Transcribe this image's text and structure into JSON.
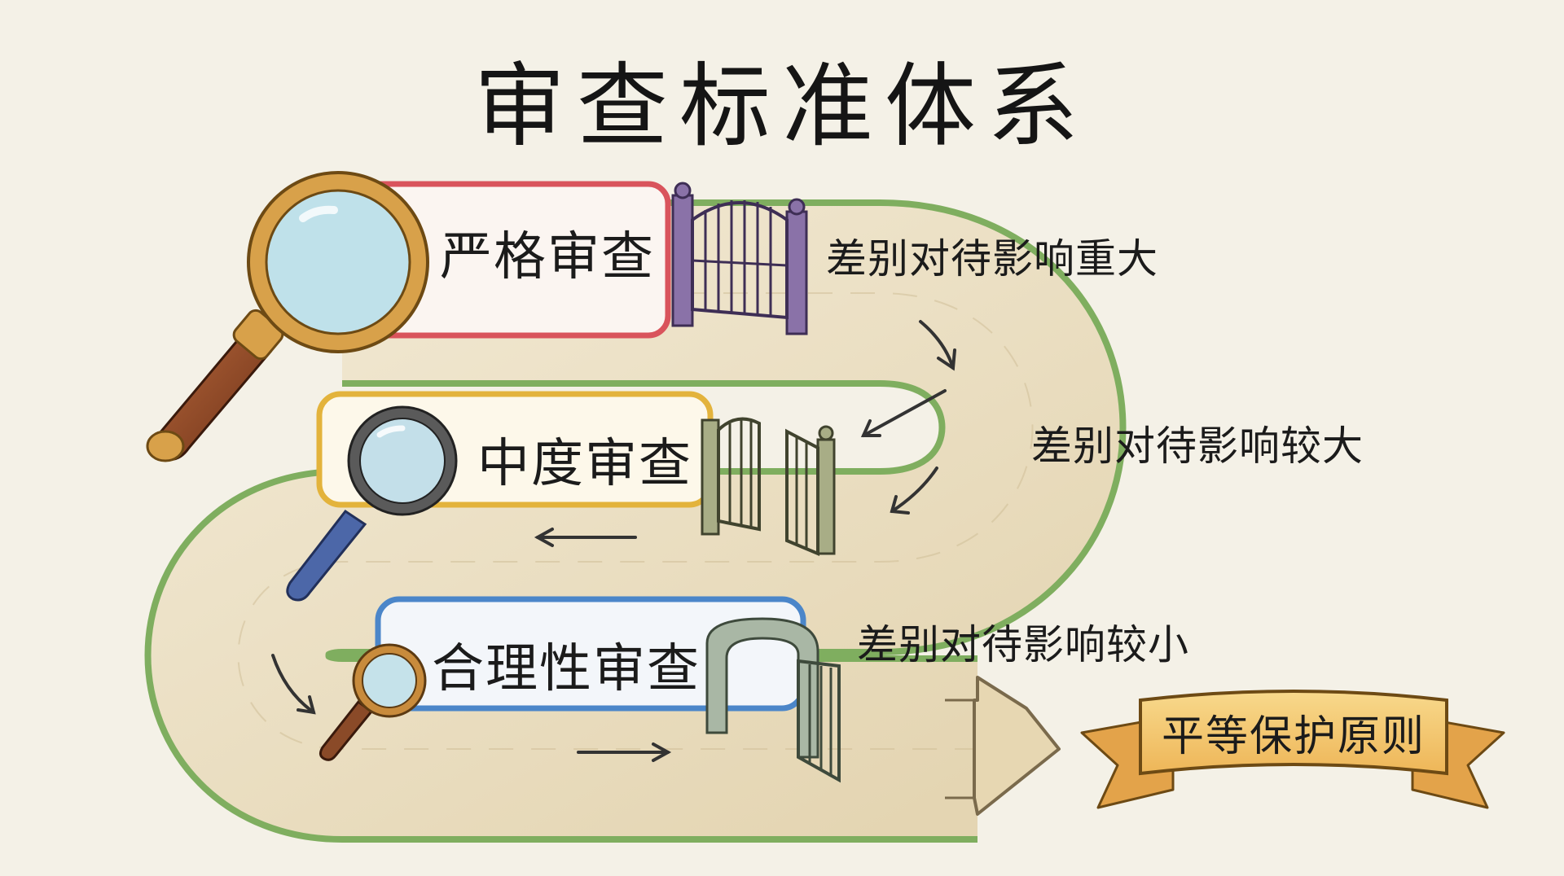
{
  "title": "审查标准体系",
  "levels": [
    {
      "name": "严格审查",
      "description": "差别对待影响重大",
      "color": "#d9545c",
      "icon": "magnifier-icon",
      "gate": "gate-icon"
    },
    {
      "name": "中度审查",
      "description": "差别对待影响较大",
      "color": "#e3b33c",
      "icon": "magnifier-icon",
      "gate": "gate-icon"
    },
    {
      "name": "合理性审查",
      "description": "差别对待影响较小",
      "color": "#4b86c9",
      "icon": "magnifier-icon",
      "gate": "gate-icon"
    }
  ],
  "destination": {
    "label": "平等保护原则",
    "icon": "ribbon-banner-icon"
  },
  "colors": {
    "path": "#eadfc4",
    "path_edge": "#8a7a5c",
    "green_edge": "#7fae5f",
    "banner": "#f3c76b"
  }
}
